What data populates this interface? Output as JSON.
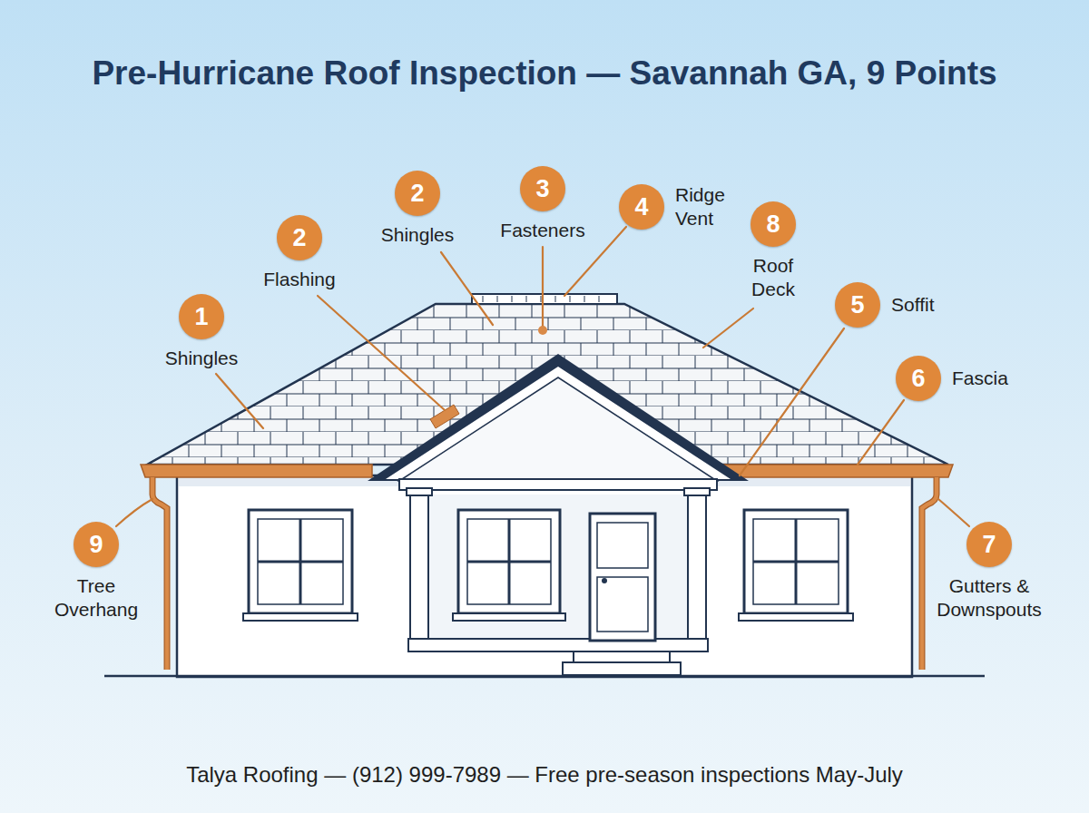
{
  "diagram": {
    "title": "Pre-Hurricane Roof Inspection — Savannah GA, 9 Points",
    "caption": "Talya Roofing — (912) 999-7989 — Free pre-season inspections May-July",
    "nodes": [
      {
        "text": [
          "3",
          "Fasteners"
        ]
      },
      {
        "text": [
          "2",
          "Shingles"
        ]
      },
      {
        "text": [
          "4",
          "Ridge Vent"
        ]
      },
      {
        "text": [
          "8",
          "Roof Deck"
        ]
      },
      {
        "text": [
          "2",
          "Flashing"
        ]
      },
      {
        "text": [
          "5",
          "Soffit"
        ]
      },
      {
        "text": [
          "1",
          "Shingles"
        ]
      },
      {
        "text": [
          "6",
          "Fascia"
        ]
      },
      {
        "text": [
          "9",
          "Tree Overhang"
        ]
      },
      {
        "text": [
          "7",
          "Gutters & Downspouts"
        ]
      }
    ]
  }
}
